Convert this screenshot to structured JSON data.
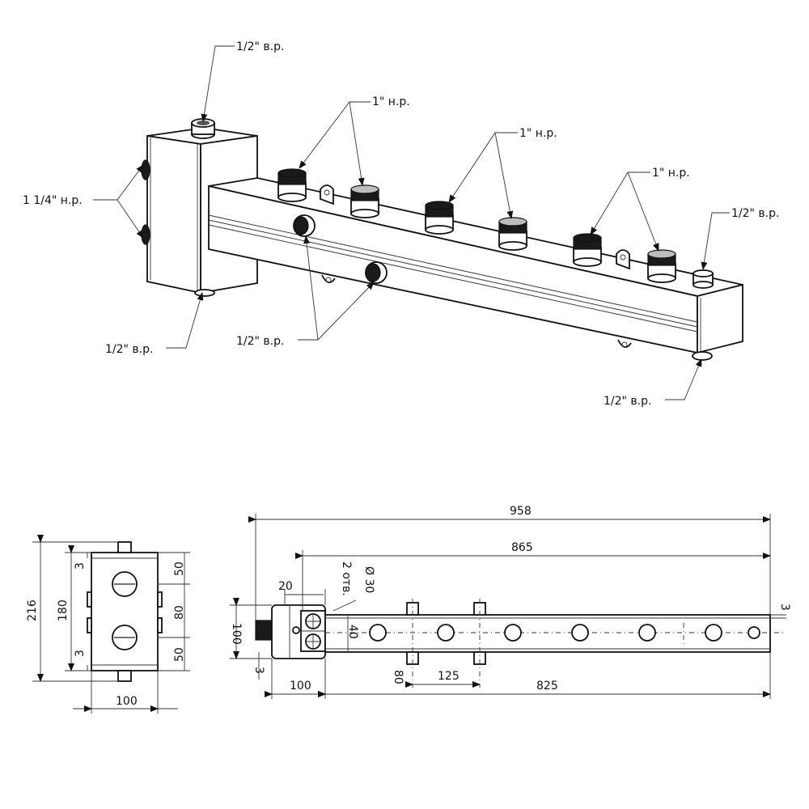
{
  "callouts": {
    "top_box_port": "1/2\" в.р.",
    "side_inlets": "1 1/4\" н.р.",
    "bottom_box_port": "1/2\" в.р.",
    "outlets_pair_1": "1\" н.р.",
    "outlets_pair_2": "1\" н.р.",
    "outlets_pair_3": "1\" н.р.",
    "end_top_port": "1/2\" в.р.",
    "front_ports": "1/2\" в.р.",
    "end_bottom_port": "1/2\" в.р."
  },
  "side_view_dims": {
    "total_height": "216",
    "inner_height": "180",
    "offset_top": "3",
    "offset_bottom": "3",
    "spacing_top": "50",
    "spacing_middle": "80",
    "spacing_bottom": "50",
    "width": "100"
  },
  "plan_view_dims": {
    "overall_length": "958",
    "manifold_length_total": "865",
    "hole_note": "2 отв.",
    "hole_diameter": "Ø 30",
    "box_offset": "20",
    "box_height": "100",
    "bar_height": "40",
    "right_offset": "3",
    "bottom_offset": "3",
    "box_width": "100",
    "bracket_offset": "80",
    "outlet_pitch": "125",
    "manifold_length": "825"
  }
}
